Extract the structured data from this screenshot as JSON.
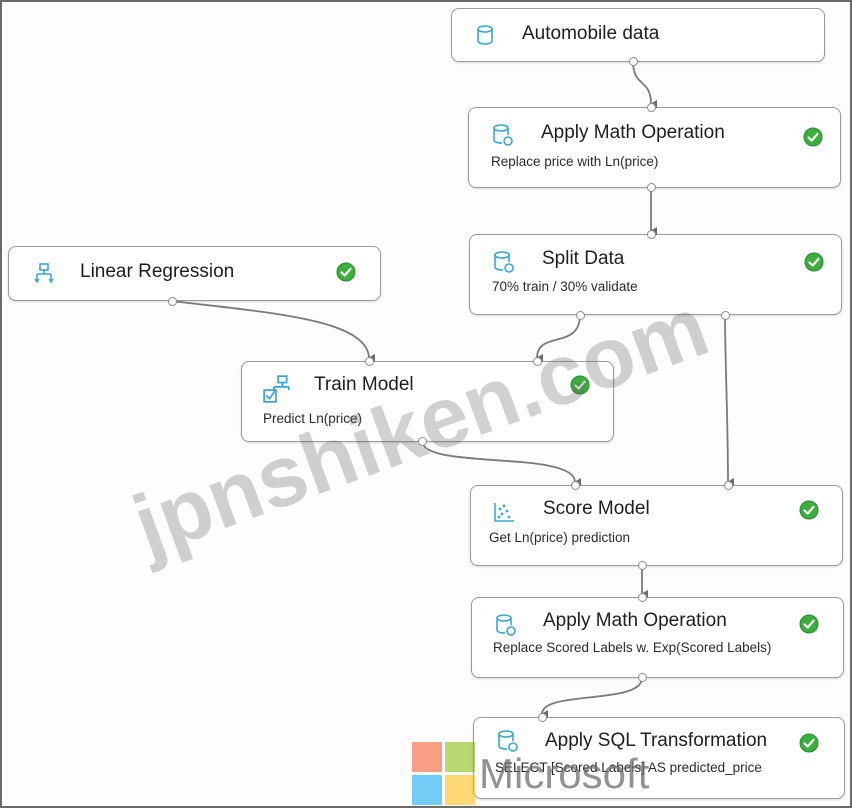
{
  "nodes": {
    "automobile": {
      "title": "Automobile data"
    },
    "math1": {
      "title": "Apply Math Operation",
      "subtitle": "Replace price with Ln(price)"
    },
    "split": {
      "title": "Split Data",
      "subtitle": "70% train / 30% validate"
    },
    "linreg": {
      "title": "Linear Regression"
    },
    "train": {
      "title": "Train Model",
      "subtitle": "Predict Ln(price)"
    },
    "score": {
      "title": "Score Model",
      "subtitle": "Get Ln(price) prediction"
    },
    "math2": {
      "title": "Apply Math Operation",
      "subtitle": "Replace Scored Labels w. Exp(Scored Labels)"
    },
    "sql": {
      "title": "Apply SQL Transformation",
      "subtitle": "SELECT [Scored Labels] AS predicted_price"
    }
  },
  "watermark": {
    "text": "jpnshiken.com"
  },
  "logo": {
    "text": "Microsoft"
  },
  "colors": {
    "icon": "#3aa6d0",
    "check_fill": "#3cae3f",
    "ms_red": "#f25022",
    "ms_green": "#7fba00",
    "ms_blue": "#00a4ef",
    "ms_yellow": "#ffb900"
  }
}
